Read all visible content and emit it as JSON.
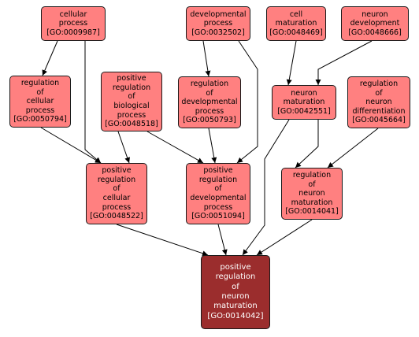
{
  "nodes": [
    {
      "id": "n1",
      "lines": [
        "cellular",
        "process",
        "[GO:0009987]"
      ]
    },
    {
      "id": "n2",
      "lines": [
        "developmental",
        "process",
        "[GO:0032502]"
      ]
    },
    {
      "id": "n3",
      "lines": [
        "cell",
        "maturation",
        "[GO:0048469]"
      ]
    },
    {
      "id": "n4",
      "lines": [
        "neuron",
        "development",
        "[GO:0048666]"
      ]
    },
    {
      "id": "n5",
      "lines": [
        "regulation",
        "of",
        "cellular",
        "process",
        "[GO:0050794]"
      ]
    },
    {
      "id": "n6",
      "lines": [
        "positive",
        "regulation",
        "of",
        "biological",
        "process",
        "[GO:0048518]"
      ]
    },
    {
      "id": "n7",
      "lines": [
        "regulation",
        "of",
        "developmental",
        "process",
        "[GO:0050793]"
      ]
    },
    {
      "id": "n8",
      "lines": [
        "neuron",
        "maturation",
        "[GO:0042551]"
      ]
    },
    {
      "id": "n9",
      "lines": [
        "regulation",
        "of",
        "neuron",
        "differentiation",
        "[GO:0045664]"
      ]
    },
    {
      "id": "n10",
      "lines": [
        "positive",
        "regulation",
        "of",
        "cellular",
        "process",
        "[GO:0048522]"
      ]
    },
    {
      "id": "n11",
      "lines": [
        "positive",
        "regulation",
        "of",
        "developmental",
        "process",
        "[GO:0051094]"
      ]
    },
    {
      "id": "n12",
      "lines": [
        "regulation",
        "of",
        "neuron",
        "maturation",
        "[GO:0014041]"
      ]
    },
    {
      "id": "n13",
      "lines": [
        "positive",
        "regulation",
        "of",
        "neuron",
        "maturation",
        "[GO:0014042]"
      ],
      "highlight": true
    }
  ],
  "edges": [
    [
      "n1",
      "n5"
    ],
    [
      "n1",
      "n10"
    ],
    [
      "n2",
      "n7"
    ],
    [
      "n2",
      "n11"
    ],
    [
      "n3",
      "n8"
    ],
    [
      "n4",
      "n8"
    ],
    [
      "n5",
      "n10"
    ],
    [
      "n6",
      "n10"
    ],
    [
      "n6",
      "n11"
    ],
    [
      "n7",
      "n11"
    ],
    [
      "n8",
      "n12"
    ],
    [
      "n8",
      "n13"
    ],
    [
      "n9",
      "n12"
    ],
    [
      "n10",
      "n13"
    ],
    [
      "n11",
      "n13"
    ],
    [
      "n12",
      "n13"
    ]
  ],
  "colors": {
    "node_fill": "#ff8080",
    "target_fill": "#9b2d2d",
    "edge": "#000000"
  }
}
